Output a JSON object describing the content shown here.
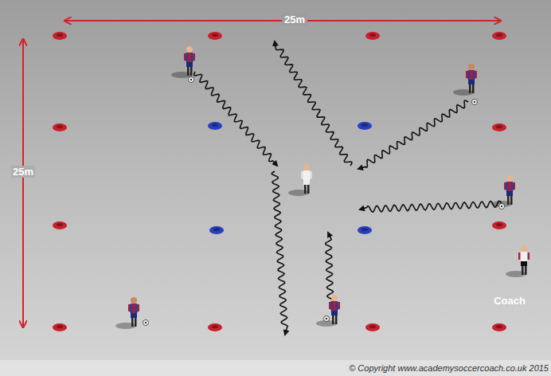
{
  "diagram": {
    "labels": [
      "25m",
      "25m",
      "Coach",
      "© Copyright www.academysoccercoach.co.uk 2015"
    ]
  }
}
